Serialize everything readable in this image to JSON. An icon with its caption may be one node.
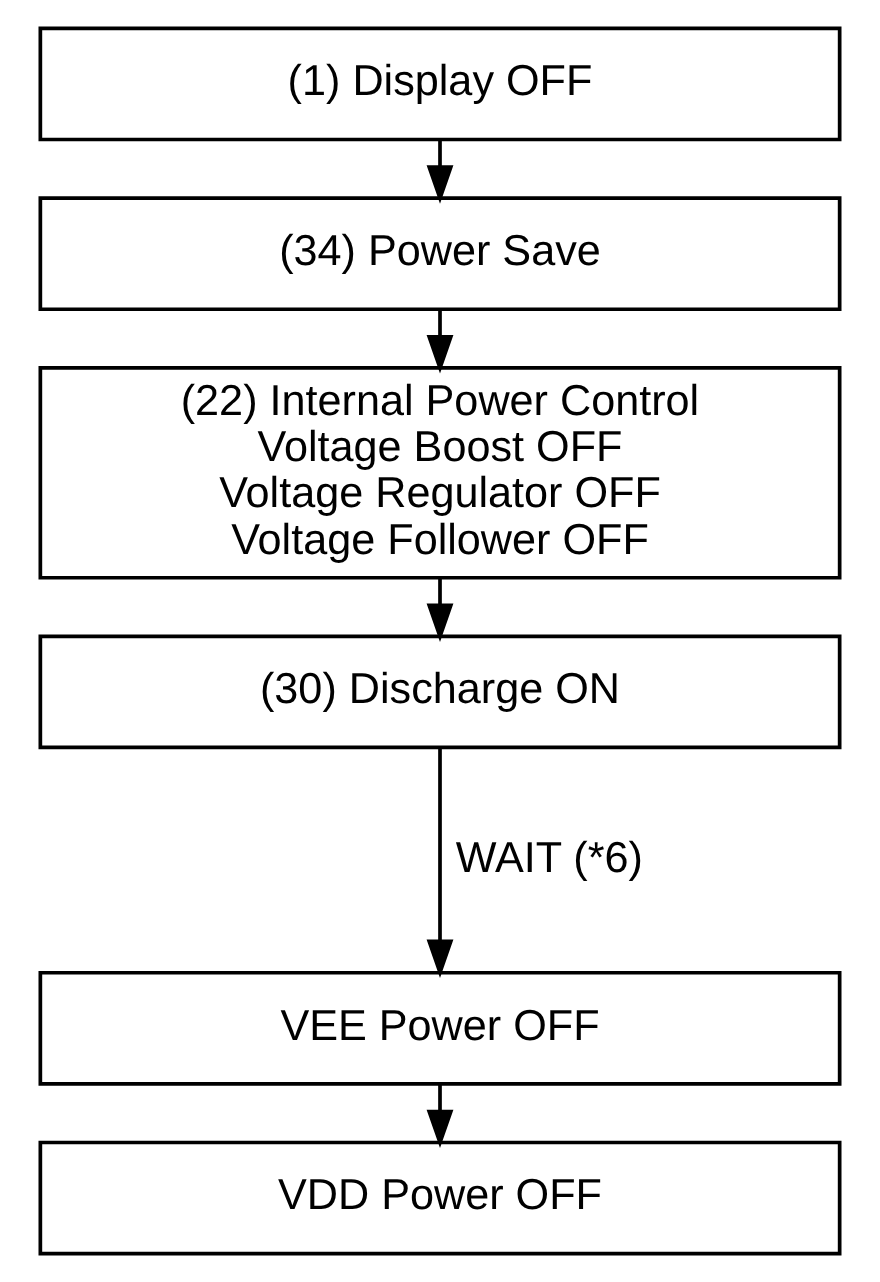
{
  "diagram": {
    "nodes": [
      {
        "text": [
          "(1) Display OFF"
        ]
      },
      {
        "text": [
          "(34) Power Save"
        ]
      },
      {
        "text": [
          "(22) Internal Power Control",
          "Voltage Boost OFF",
          "Voltage Regulator OFF",
          "Voltage Follower OFF"
        ]
      },
      {
        "text": [
          "(30) Discharge ON"
        ]
      },
      {
        "text": [
          "VEE Power OFF"
        ]
      },
      {
        "text": [
          "VDD Power OFF"
        ]
      }
    ],
    "edges": [
      {
        "from": 0,
        "to": 1,
        "arrow": "to"
      },
      {
        "from": 1,
        "to": 2,
        "arrow": "to"
      },
      {
        "from": 2,
        "to": 3,
        "arrow": "to"
      },
      {
        "from": 3,
        "to": 4,
        "arrow": "to",
        "label": "WAIT (*6)"
      },
      {
        "from": 4,
        "to": 5,
        "arrow": "to"
      }
    ]
  }
}
